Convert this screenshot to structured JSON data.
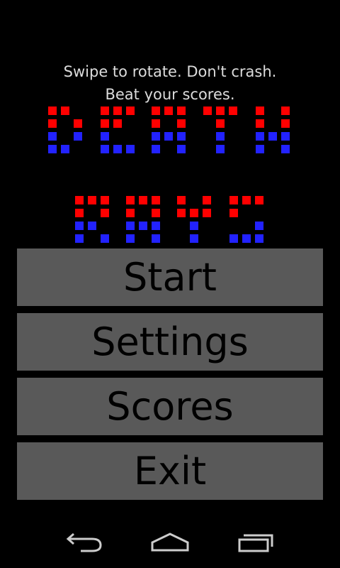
{
  "tagline": {
    "line1": "Swipe to rotate. Don't crash.",
    "line2": "Beat your scores."
  },
  "logo": {
    "words": [
      "DEATH",
      "RAYS"
    ],
    "colors": {
      "top": "#ff0000",
      "bottom": "#2222ff"
    }
  },
  "menu": {
    "start": "Start",
    "settings": "Settings",
    "scores": "Scores",
    "exit": "Exit"
  },
  "navbar": {
    "icons": [
      "back-icon",
      "home-icon",
      "recents-icon"
    ],
    "color": "#cccccc"
  }
}
